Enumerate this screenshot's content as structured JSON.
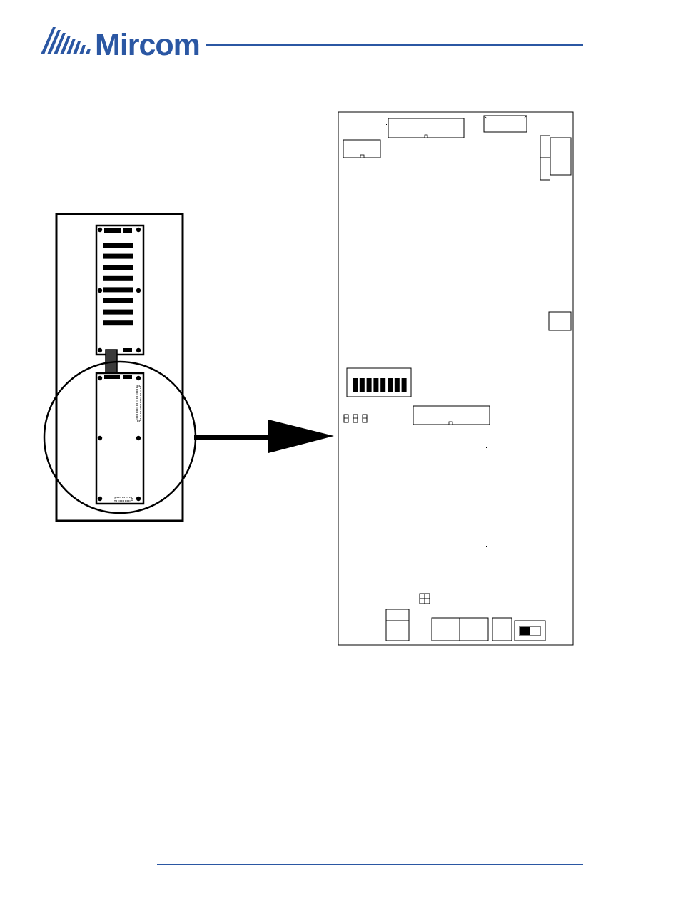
{
  "brand": {
    "name": "Mircom",
    "registered_mark": "®",
    "color": "#2b57a3",
    "logo_icon": "mircom-stripes-logo-icon"
  },
  "rule_color": "#2b57a3",
  "figure": {
    "ink_color": "#000000",
    "dark_fill": "#3a3a3a",
    "overview_board_count": 2,
    "upper_board_terminal_strips": 8,
    "dip_switch_positions": 8,
    "slide_switch_position": "left"
  }
}
